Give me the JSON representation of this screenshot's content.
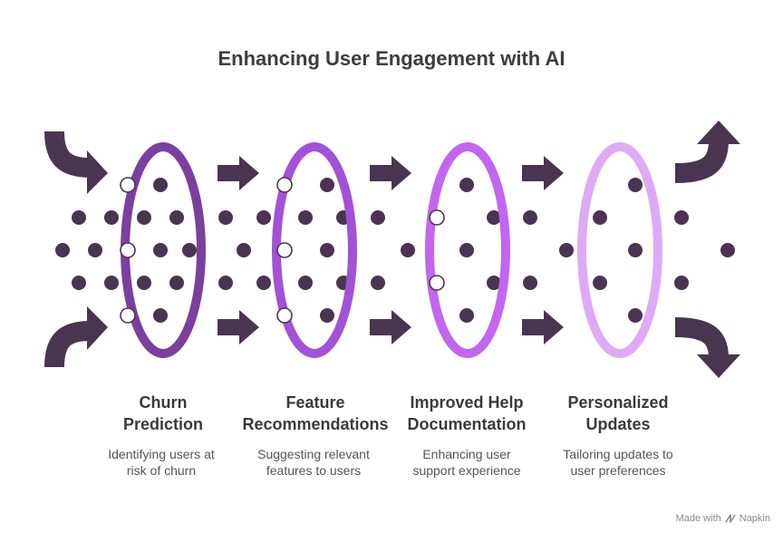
{
  "title": "Enhancing User Engagement with AI",
  "stages": [
    {
      "title_line1": "Churn",
      "title_line2": "Prediction",
      "desc_line1": "Identifying users at",
      "desc_line2": "risk of churn",
      "color": "#7b3f9e"
    },
    {
      "title_line1": "Feature",
      "title_line2": "Recommendations",
      "desc_line1": "Suggesting relevant",
      "desc_line2": "features to users",
      "color": "#a152d6"
    },
    {
      "title_line1": "Improved Help",
      "title_line2": "Documentation",
      "desc_line1": "Enhancing user",
      "desc_line2": "support experience",
      "color": "#c266f0"
    },
    {
      "title_line1": "Personalized",
      "title_line2": "Updates",
      "desc_line1": "Tailoring updates to",
      "desc_line2": "user preferences",
      "color": "#dfaaf5"
    }
  ],
  "colors": {
    "arrow": "#4a3550",
    "dot": "#4a3550"
  },
  "footer": {
    "label": "Made with",
    "brand": "Napkin",
    "icon": "napkin-logo-icon"
  }
}
